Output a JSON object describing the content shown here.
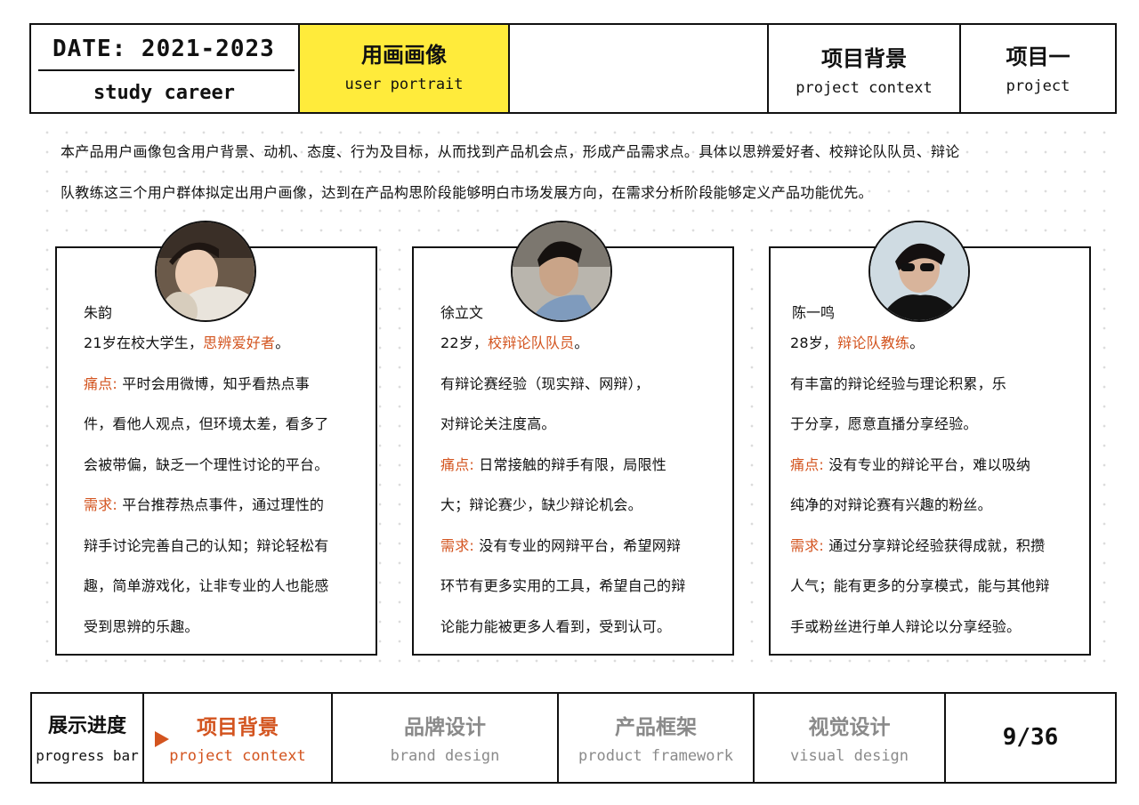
{
  "header": {
    "date": "DATE: 2021-2023",
    "study": "study career",
    "portrait_title": "用画画像",
    "portrait_sub": "user portrait",
    "context_title": "项目背景",
    "context_sub": "project context",
    "project_title": "项目一",
    "project_sub": "project"
  },
  "intro": {
    "line1": "本产品用户画像包含用户背景、动机、态度、行为及目标，从而找到产品机会点，形成产品需求点。具体以思辨爱好者、校辩论队队员、辩论",
    "line2": "队教练这三个用户群体拟定出用户画像，达到在产品构思阶段能够明白市场发展方向，在需求分析阶段能够定义产品功能优先。"
  },
  "personas": [
    {
      "name": "朱韵",
      "age_prefix": "21岁在校大学生，",
      "role": "思辨爱好者",
      "age_suffix": "。",
      "pain_label": "痛点:",
      "pain_l1": "平时会用微博，知乎看热点事",
      "pain_l2": "件，看他人观点，但环境太差，看多了",
      "pain_l3": "会被带偏，缺乏一个理性讨论的平台。",
      "need_label": "需求:",
      "need_l1": "平台推荐热点事件，通过理性的",
      "need_l2": "辩手讨论完善自己的认知；辩论轻松有",
      "need_l3": "趣，简单游戏化，让非专业的人也能感",
      "need_l4": "受到思辨的乐趣。"
    },
    {
      "name": "徐立文",
      "age_prefix": "22岁，",
      "role": "校辩论队队员",
      "age_suffix": "。",
      "exp_l1": "有辩论赛经验（现实辩、网辩），",
      "exp_l2": "对辩论关注度高。",
      "pain_label": "痛点:",
      "pain_l1": "日常接触的辩手有限，局限性",
      "pain_l2": "大；辩论赛少，缺少辩论机会。",
      "need_label": "需求:",
      "need_l1": "没有专业的网辩平台，希望网辩",
      "need_l2": "环节有更多实用的工具，希望自己的辩",
      "need_l3": "论能力能被更多人看到，受到认可。"
    },
    {
      "name": "陈一鸣",
      "age_prefix": "28岁，",
      "role": "辩论队教练",
      "age_suffix": "。",
      "exp_l1": "有丰富的辩论经验与理论积累，乐",
      "exp_l2": "于分享，愿意直播分享经验。",
      "pain_label": "痛点:",
      "pain_l1": "没有专业的辩论平台，难以吸纳",
      "pain_l2": "纯净的对辩论赛有兴趣的粉丝。",
      "need_label": "需求:",
      "need_l1": "通过分享辩论经验获得成就，积攒",
      "need_l2": "人气；能有更多的分享模式，能与其他辩",
      "need_l3": "手或粉丝进行单人辩论以分享经验。"
    }
  ],
  "footer": {
    "label_title": "展示进度",
    "label_sub": "progress bar",
    "active_title": "项目背景",
    "active_sub": "project context",
    "brand_title": "品牌设计",
    "brand_sub": "brand design",
    "frame_title": "产品框架",
    "frame_sub": "product framework",
    "visual_title": "视觉设计",
    "visual_sub": "visual design",
    "page": "9/36"
  },
  "colors": {
    "accent": "#d3541f",
    "highlight": "#ffeb3b",
    "muted": "#8a8a8a"
  }
}
